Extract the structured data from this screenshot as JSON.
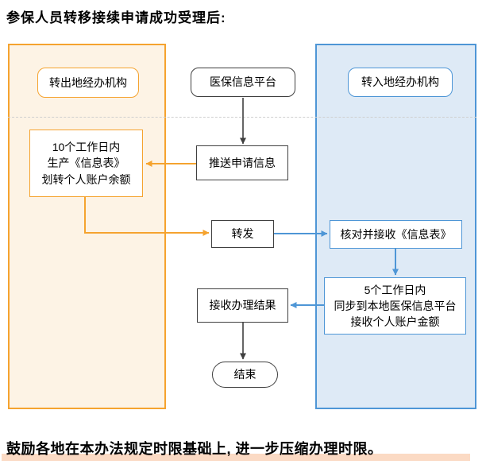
{
  "title": "参保人员转移接续申请成功受理后:",
  "footer": {
    "text": "鼓励各地在本办法规定时限基础上, 进一步压缩办理时限。"
  },
  "lanes": {
    "transfer_out": {
      "header": "转出地经办机构"
    },
    "transfer_in": {
      "header": "转入地经办机构"
    }
  },
  "nodes": {
    "platform": "医保信息平台",
    "push_info": "推送申请信息",
    "produce_line1": "10个工作日内",
    "produce_line2": "生产《信息表》",
    "produce_line3": "划转个人账户余额",
    "forward": "转发",
    "check_receive": "核对并接收《信息表》",
    "sync_line1": "5个工作日内",
    "sync_line2": "同步到本地医保信息平台",
    "sync_line3": "接收个人账户金额",
    "receive_result": "接收办理结果",
    "end": "结束"
  },
  "colors": {
    "orange_border": "#F5A32F",
    "orange_fill": "#FDF3E5",
    "blue_border": "#4E96D6",
    "blue_fill": "#DEEAF6",
    "dark": "#404040",
    "footer_highlight": "#FBDAC4"
  }
}
